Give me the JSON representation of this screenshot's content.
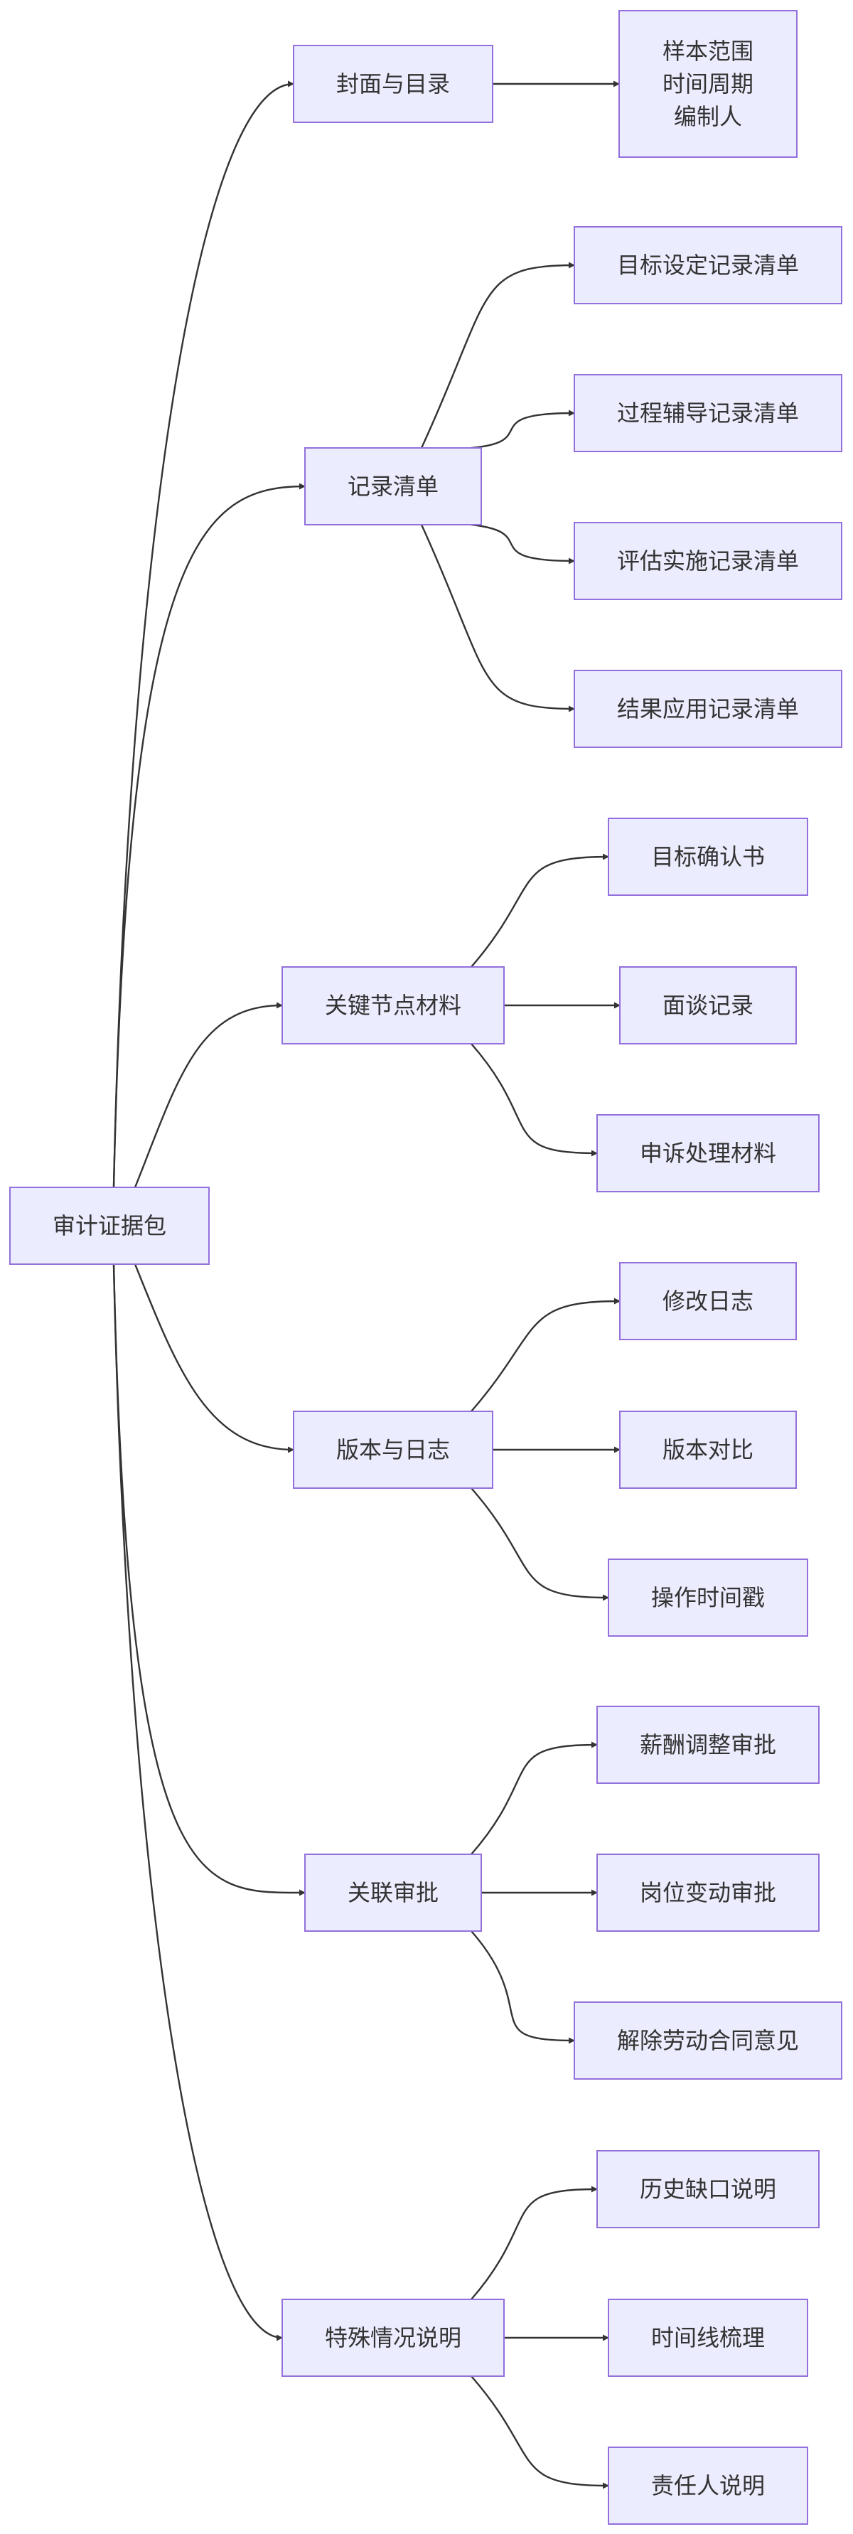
{
  "root": {
    "label": "审计证据包"
  },
  "branches": [
    {
      "label": "封面与目录",
      "children": [
        "样本范围\n时间周期\n编制人"
      ]
    },
    {
      "label": "记录清单",
      "children": [
        "目标设定记录清单",
        "过程辅导记录清单",
        "评估实施记录清单",
        "结果应用记录清单"
      ]
    },
    {
      "label": "关键节点材料",
      "children": [
        "目标确认书",
        "面谈记录",
        "申诉处理材料"
      ]
    },
    {
      "label": "版本与日志",
      "children": [
        "修改日志",
        "版本对比",
        "操作时间戳"
      ]
    },
    {
      "label": "关联审批",
      "children": [
        "薪酬调整审批",
        "岗位变动审批",
        "解除劳动合同意见"
      ]
    },
    {
      "label": "特殊情况说明",
      "children": [
        "历史缺口说明",
        "时间线梳理",
        "责任人说明"
      ]
    }
  ],
  "colors": {
    "node_fill": "#ECECFF",
    "node_stroke": "#9370DB",
    "edge": "#333333",
    "text": "#333333"
  }
}
